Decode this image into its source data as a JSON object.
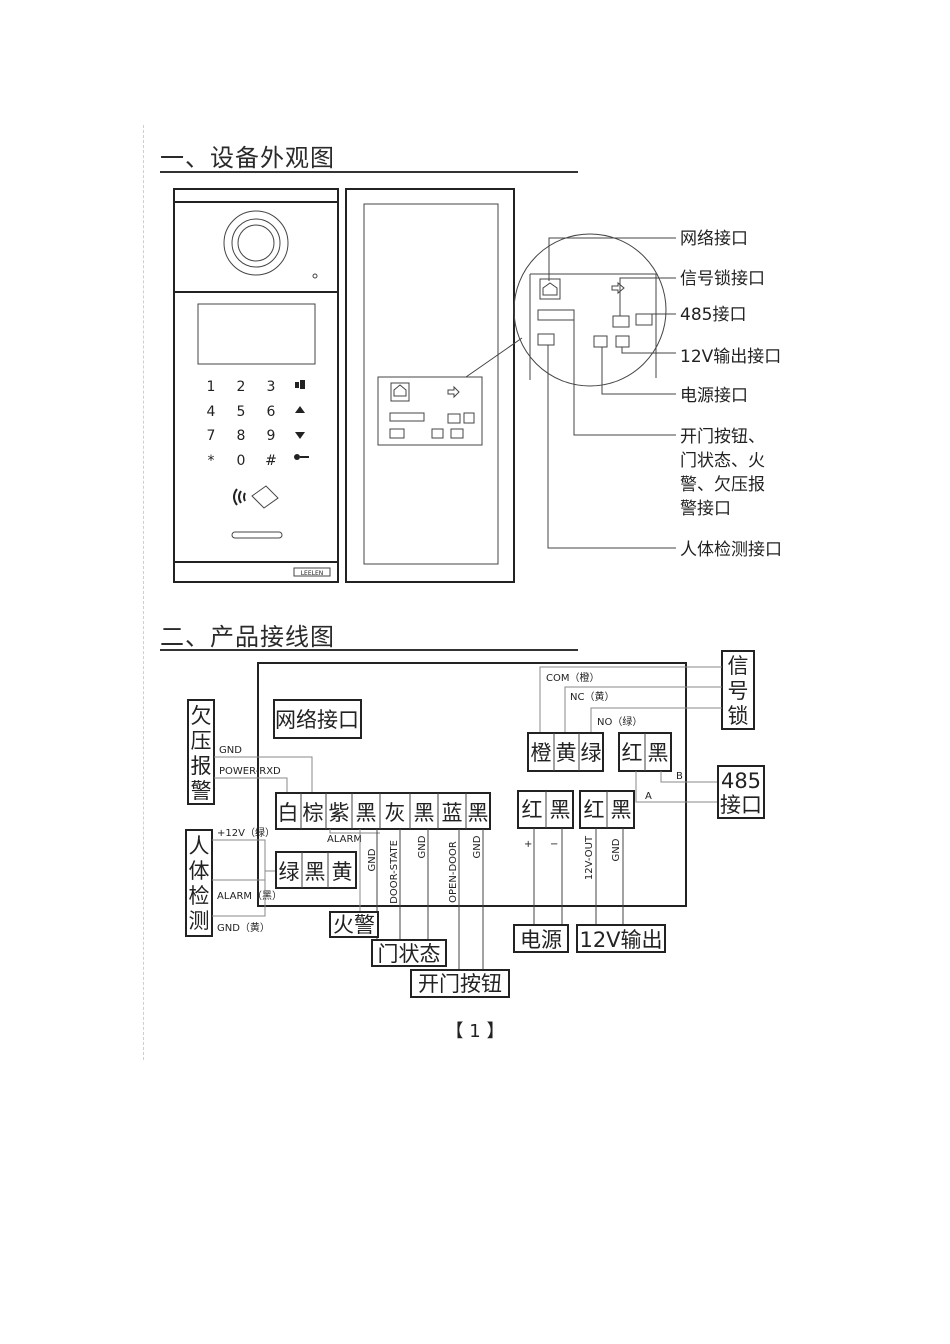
{
  "section1": {
    "title": "一、设备外观图",
    "keypad": [
      "1",
      "2",
      "3",
      "4",
      "5",
      "6",
      "7",
      "8",
      "9",
      "*",
      "0",
      "#"
    ],
    "brand": "LEELEN",
    "callouts": [
      "网络接口",
      "信号锁接口",
      "485接口",
      "12V输出接口",
      "电源接口"
    ],
    "callout_multi": [
      "开门按钮、",
      "门状态、火",
      "警、欠压报",
      "警接口"
    ],
    "callout_last": "人体检测接口"
  },
  "section2": {
    "title": "二、产品接线图",
    "network_box": "网络接口",
    "undervoltage": {
      "label_chars": [
        "欠",
        "压",
        "报",
        "警"
      ],
      "wires": [
        "GND",
        "POWER-RXD"
      ]
    },
    "main_terminal": [
      "白",
      "棕",
      "紫",
      "黑",
      "灰",
      "黑",
      "蓝",
      "黑"
    ],
    "main_pin_labels": [
      "ALARM",
      "GND",
      "DOOR-STATE",
      "GND",
      "OPEN-DOOR",
      "GND"
    ],
    "body_detect": {
      "label_chars": [
        "人",
        "体",
        "检",
        "测"
      ],
      "wires": [
        "+12V（绿）",
        "ALARM（黑）",
        "GND（黄）"
      ],
      "terminal": [
        "绿",
        "黑",
        "黄"
      ]
    },
    "fire_label": "火警",
    "door_state_label": "门状态",
    "open_door_label": "开门按钮",
    "lock": {
      "label_chars": [
        "信",
        "号",
        "锁"
      ],
      "wires": [
        "COM（橙）",
        "NC（黄）",
        "NO（绿）"
      ],
      "terminal": [
        "橙",
        "黄",
        "绿"
      ]
    },
    "rs485": {
      "terminal": [
        "红",
        "黑"
      ],
      "line1": "485",
      "line2": "接口",
      "pins": [
        "B",
        "A"
      ]
    },
    "power": {
      "terminal": [
        "红",
        "黑"
      ],
      "pins": [
        "+",
        "−"
      ],
      "label": "电源"
    },
    "out12v": {
      "terminal": [
        "红",
        "黑"
      ],
      "pins": [
        "12V-OUT",
        "GND"
      ],
      "label": "12V输出"
    }
  },
  "page_number": "【 1 】"
}
